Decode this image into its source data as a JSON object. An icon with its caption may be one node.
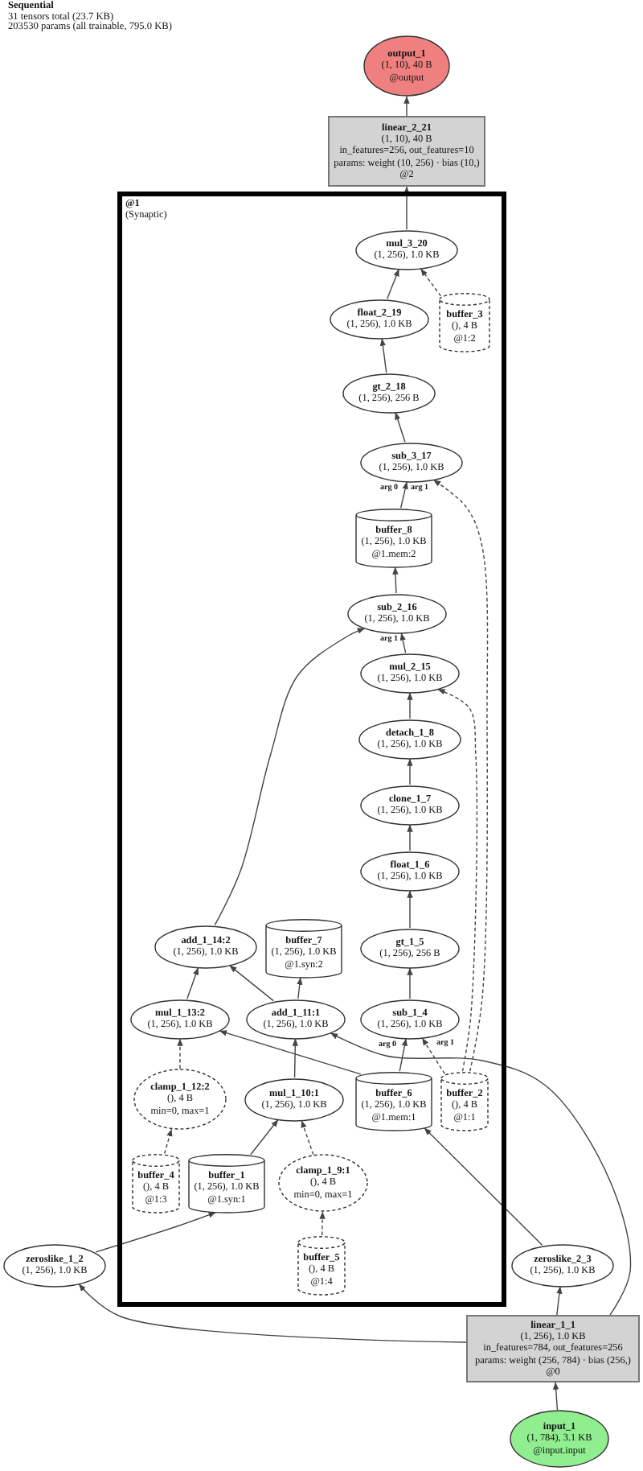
{
  "diagram": {
    "title": "Sequential",
    "labels": [
      "31 tensors total (23.7 KB)",
      "203530 params (all trainable, 795.0 KB)"
    ],
    "nodes": [
      {
        "text": [
          "output_1",
          "(1, 10), 40 B",
          "@output"
        ]
      },
      {
        "text": [
          "linear_2_21",
          "(1, 10), 40 B",
          "in_features=256, out_features=10",
          "params: weight (10, 256) · bias (10,)",
          "@2"
        ]
      },
      {
        "text": [
          "@1",
          "(Synaptic)"
        ]
      },
      {
        "text": [
          "mul_3_20",
          "(1, 256), 1.0 KB"
        ],
        "in": 2
      },
      {
        "text": [
          "float_2_19",
          "(1, 256), 1.0 KB"
        ],
        "in": 2
      },
      {
        "text": [
          "buffer_3",
          "(), 4 B",
          "@1:2"
        ],
        "in": 2
      },
      {
        "text": [
          "gt_2_18",
          "(1, 256), 256 B"
        ],
        "in": 2
      },
      {
        "text": [
          "sub_3_17",
          "(1, 256), 1.0 KB"
        ],
        "in": 2
      },
      {
        "text": [
          "buffer_8",
          "(1, 256), 1.0 KB",
          "@1.mem:2"
        ],
        "in": 2
      },
      {
        "text": [
          "sub_2_16",
          "(1, 256), 1.0 KB"
        ],
        "in": 2
      },
      {
        "text": [
          "mul_2_15",
          "(1, 256), 1.0 KB"
        ],
        "in": 2
      },
      {
        "text": [
          "detach_1_8",
          "(1, 256), 1.0 KB"
        ],
        "in": 2
      },
      {
        "text": [
          "clone_1_7",
          "(1, 256), 1.0 KB"
        ],
        "in": 2
      },
      {
        "text": [
          "float_1_6",
          "(1, 256), 1.0 KB"
        ],
        "in": 2
      },
      {
        "text": [
          "add_1_14:2",
          "(1, 256), 1.0 KB"
        ],
        "in": 2
      },
      {
        "text": [
          "buffer_7",
          "(1, 256), 1.0 KB",
          "@1.syn:2"
        ],
        "in": 2
      },
      {
        "text": [
          "gt_1_5",
          "(1, 256), 256 B"
        ],
        "in": 2
      },
      {
        "text": [
          "mul_1_13:2",
          "(1, 256), 1.0 KB"
        ],
        "in": 2
      },
      {
        "text": [
          "add_1_11:1",
          "(1, 256), 1.0 KB"
        ],
        "in": 2
      },
      {
        "text": [
          "sub_1_4",
          "(1, 256), 1.0 KB"
        ],
        "in": 2
      },
      {
        "text": [
          "clamp_1_12:2",
          "(), 4 B",
          "min=0, max=1"
        ],
        "in": 2
      },
      {
        "text": [
          "mul_1_10:1",
          "(1, 256), 1.0 KB"
        ],
        "in": 2
      },
      {
        "text": [
          "buffer_6",
          "(1, 256), 1.0 KB",
          "@1.mem:1"
        ],
        "in": 2
      },
      {
        "text": [
          "buffer_2",
          "(), 4 B",
          "@1:1"
        ],
        "in": 2
      },
      {
        "text": [
          "buffer_4",
          "(), 4 B",
          "@1:3"
        ],
        "in": 2
      },
      {
        "text": [
          "buffer_1",
          "(1, 256), 1.0 KB",
          "@1.syn:1"
        ],
        "in": 2
      },
      {
        "text": [
          "clamp_1_9:1",
          "(), 4 B",
          "min=0, max=1"
        ],
        "in": 2
      },
      {
        "text": [
          "buffer_5",
          "(), 4 B",
          "@1:4"
        ],
        "in": 2
      },
      {
        "text": [
          "zeroslike_1_2",
          "(1, 256), 1.0 KB"
        ]
      },
      {
        "text": [
          "zeroslike_2_3",
          "(1, 256), 1.0 KB"
        ]
      },
      {
        "text": [
          "linear_1_1",
          "(1, 256), 1.0 KB",
          "in_features=784, out_features=256",
          "params: weight (256, 784) · bias (256,)",
          "@0"
        ]
      },
      {
        "text": [
          "input_1",
          "(1, 784), 3.1 KB",
          "@input.input"
        ]
      }
    ],
    "edges": [
      {
        "from": 1,
        "to": 0,
        "arrow": "to"
      },
      {
        "from": 3,
        "to": 1,
        "arrow": "to"
      },
      {
        "from": 4,
        "to": 3,
        "arrow": "to"
      },
      {
        "from": 5,
        "to": 3,
        "arrow": "to",
        "style": "dashed"
      },
      {
        "from": 6,
        "to": 4,
        "arrow": "to"
      },
      {
        "from": 7,
        "to": 6,
        "arrow": "to"
      },
      {
        "from": 8,
        "to": 7,
        "arrow": "to",
        "label": "arg 0"
      },
      {
        "from": 23,
        "to": 7,
        "arrow": "to",
        "label": "arg 1",
        "style": "dashed"
      },
      {
        "from": 9,
        "to": 8,
        "arrow": "to"
      },
      {
        "from": 10,
        "to": 9,
        "arrow": "to",
        "label": "arg 1"
      },
      {
        "from": 14,
        "to": 9,
        "arrow": "to"
      },
      {
        "from": 11,
        "to": 10,
        "arrow": "to"
      },
      {
        "from": 23,
        "to": 10,
        "arrow": "to",
        "style": "dashed"
      },
      {
        "from": 12,
        "to": 11,
        "arrow": "to"
      },
      {
        "from": 13,
        "to": 12,
        "arrow": "to"
      },
      {
        "from": 16,
        "to": 13,
        "arrow": "to"
      },
      {
        "from": 19,
        "to": 16,
        "arrow": "to"
      },
      {
        "from": 22,
        "to": 19,
        "arrow": "to",
        "label": "arg 0"
      },
      {
        "from": 23,
        "to": 19,
        "arrow": "to",
        "label": "arg 1",
        "style": "dashed"
      },
      {
        "from": 17,
        "to": 14,
        "arrow": "to"
      },
      {
        "from": 18,
        "to": 14,
        "arrow": "to"
      },
      {
        "from": 18,
        "to": 15,
        "arrow": "to"
      },
      {
        "from": 20,
        "to": 17,
        "arrow": "to",
        "style": "dashed"
      },
      {
        "from": 22,
        "to": 17,
        "arrow": "to"
      },
      {
        "from": 21,
        "to": 18,
        "arrow": "to"
      },
      {
        "from": 30,
        "to": 18,
        "arrow": "to"
      },
      {
        "from": 24,
        "to": 20,
        "arrow": "to",
        "style": "dashed"
      },
      {
        "from": 25,
        "to": 21,
        "arrow": "to"
      },
      {
        "from": 26,
        "to": 21,
        "arrow": "to",
        "style": "dashed"
      },
      {
        "from": 27,
        "to": 26,
        "arrow": "to",
        "style": "dashed"
      },
      {
        "from": 28,
        "to": 25,
        "arrow": "to"
      },
      {
        "from": 29,
        "to": 22,
        "arrow": "to"
      },
      {
        "from": 30,
        "to": 28,
        "arrow": "to"
      },
      {
        "from": 30,
        "to": 29,
        "arrow": "to"
      },
      {
        "from": 31,
        "to": 30,
        "arrow": "to"
      }
    ]
  }
}
